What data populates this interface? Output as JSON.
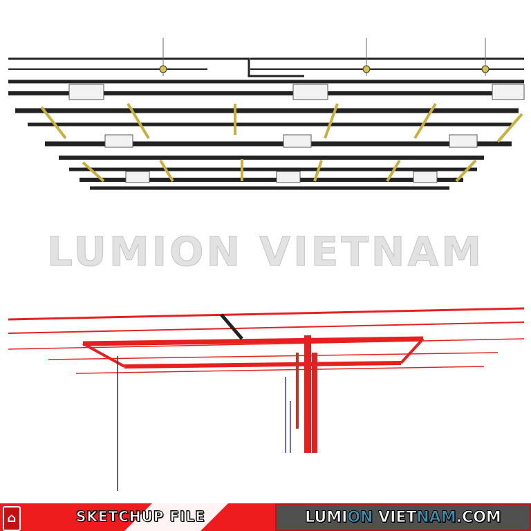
{
  "watermark": "LUMION VIETNAM",
  "banner": {
    "logo_icon": "sketchup-logo-icon",
    "label": "SKETCHUP FILE",
    "site_part1": "LUMI",
    "site_part2": "ON",
    "site_part3": " VIET",
    "site_part4": "NAM",
    "site_part5": ".COM",
    "colors": {
      "red": "#ee1c1c",
      "gray": "#505050",
      "accent": "#3d8fb0"
    }
  }
}
